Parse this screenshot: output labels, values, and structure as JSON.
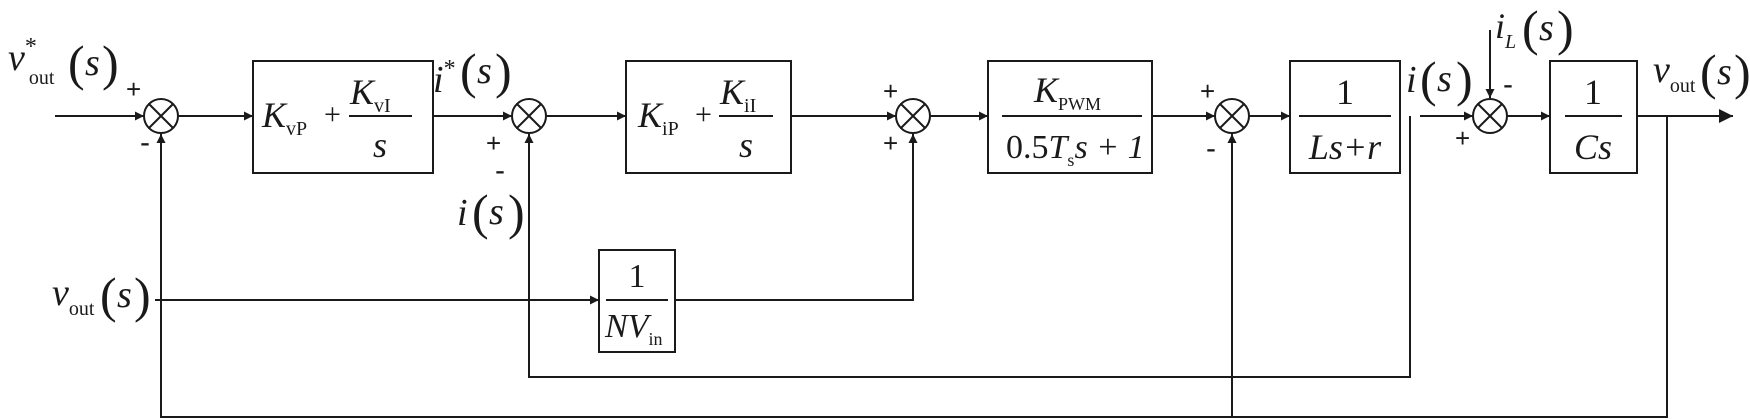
{
  "signals": {
    "v_ref": {
      "base": "v",
      "sup": "*",
      "sub": "out",
      "arg": "s"
    },
    "i_ref": {
      "base": "i",
      "sup": "*",
      "arg": "s"
    },
    "i_fb": {
      "base": "i",
      "arg": "s"
    },
    "v_ff": {
      "base": "v",
      "sub": "out",
      "arg": "s"
    },
    "i_out": {
      "base": "i",
      "arg": "s"
    },
    "i_load": {
      "base": "i",
      "sub": "L",
      "arg": "s"
    },
    "v_out": {
      "base": "v",
      "sub": "out",
      "arg": "s"
    }
  },
  "blocks": {
    "voltage_pi": {
      "kp": "K",
      "kp_sub": "vP",
      "plus": "+",
      "ki": "K",
      "ki_sub": "vI",
      "den": "s"
    },
    "current_pi": {
      "kp": "K",
      "kp_sub": "iP",
      "plus": "+",
      "ki": "K",
      "ki_sub": "iI",
      "den": "s"
    },
    "pwm": {
      "num": "K",
      "num_sub": "PWM",
      "den_a": "0.5",
      "den_b": "T",
      "den_b_sub": "s",
      "den_c": "s + 1"
    },
    "feedforward": {
      "num": "1",
      "den": "NV",
      "den_sub": "in"
    },
    "inductor": {
      "num": "1",
      "den": "Ls+r"
    },
    "capacitor": {
      "num": "1",
      "den": "Cs"
    }
  },
  "signs": {
    "sum1_in": "+",
    "sum1_fb": "-",
    "sum2_in": "+",
    "sum2_fb": "-",
    "sum3_in": "+",
    "sum3_ff": "+",
    "sum4_in": "+",
    "sum4_fb": "-",
    "sum5_in": "+",
    "sum5_load": "-"
  }
}
